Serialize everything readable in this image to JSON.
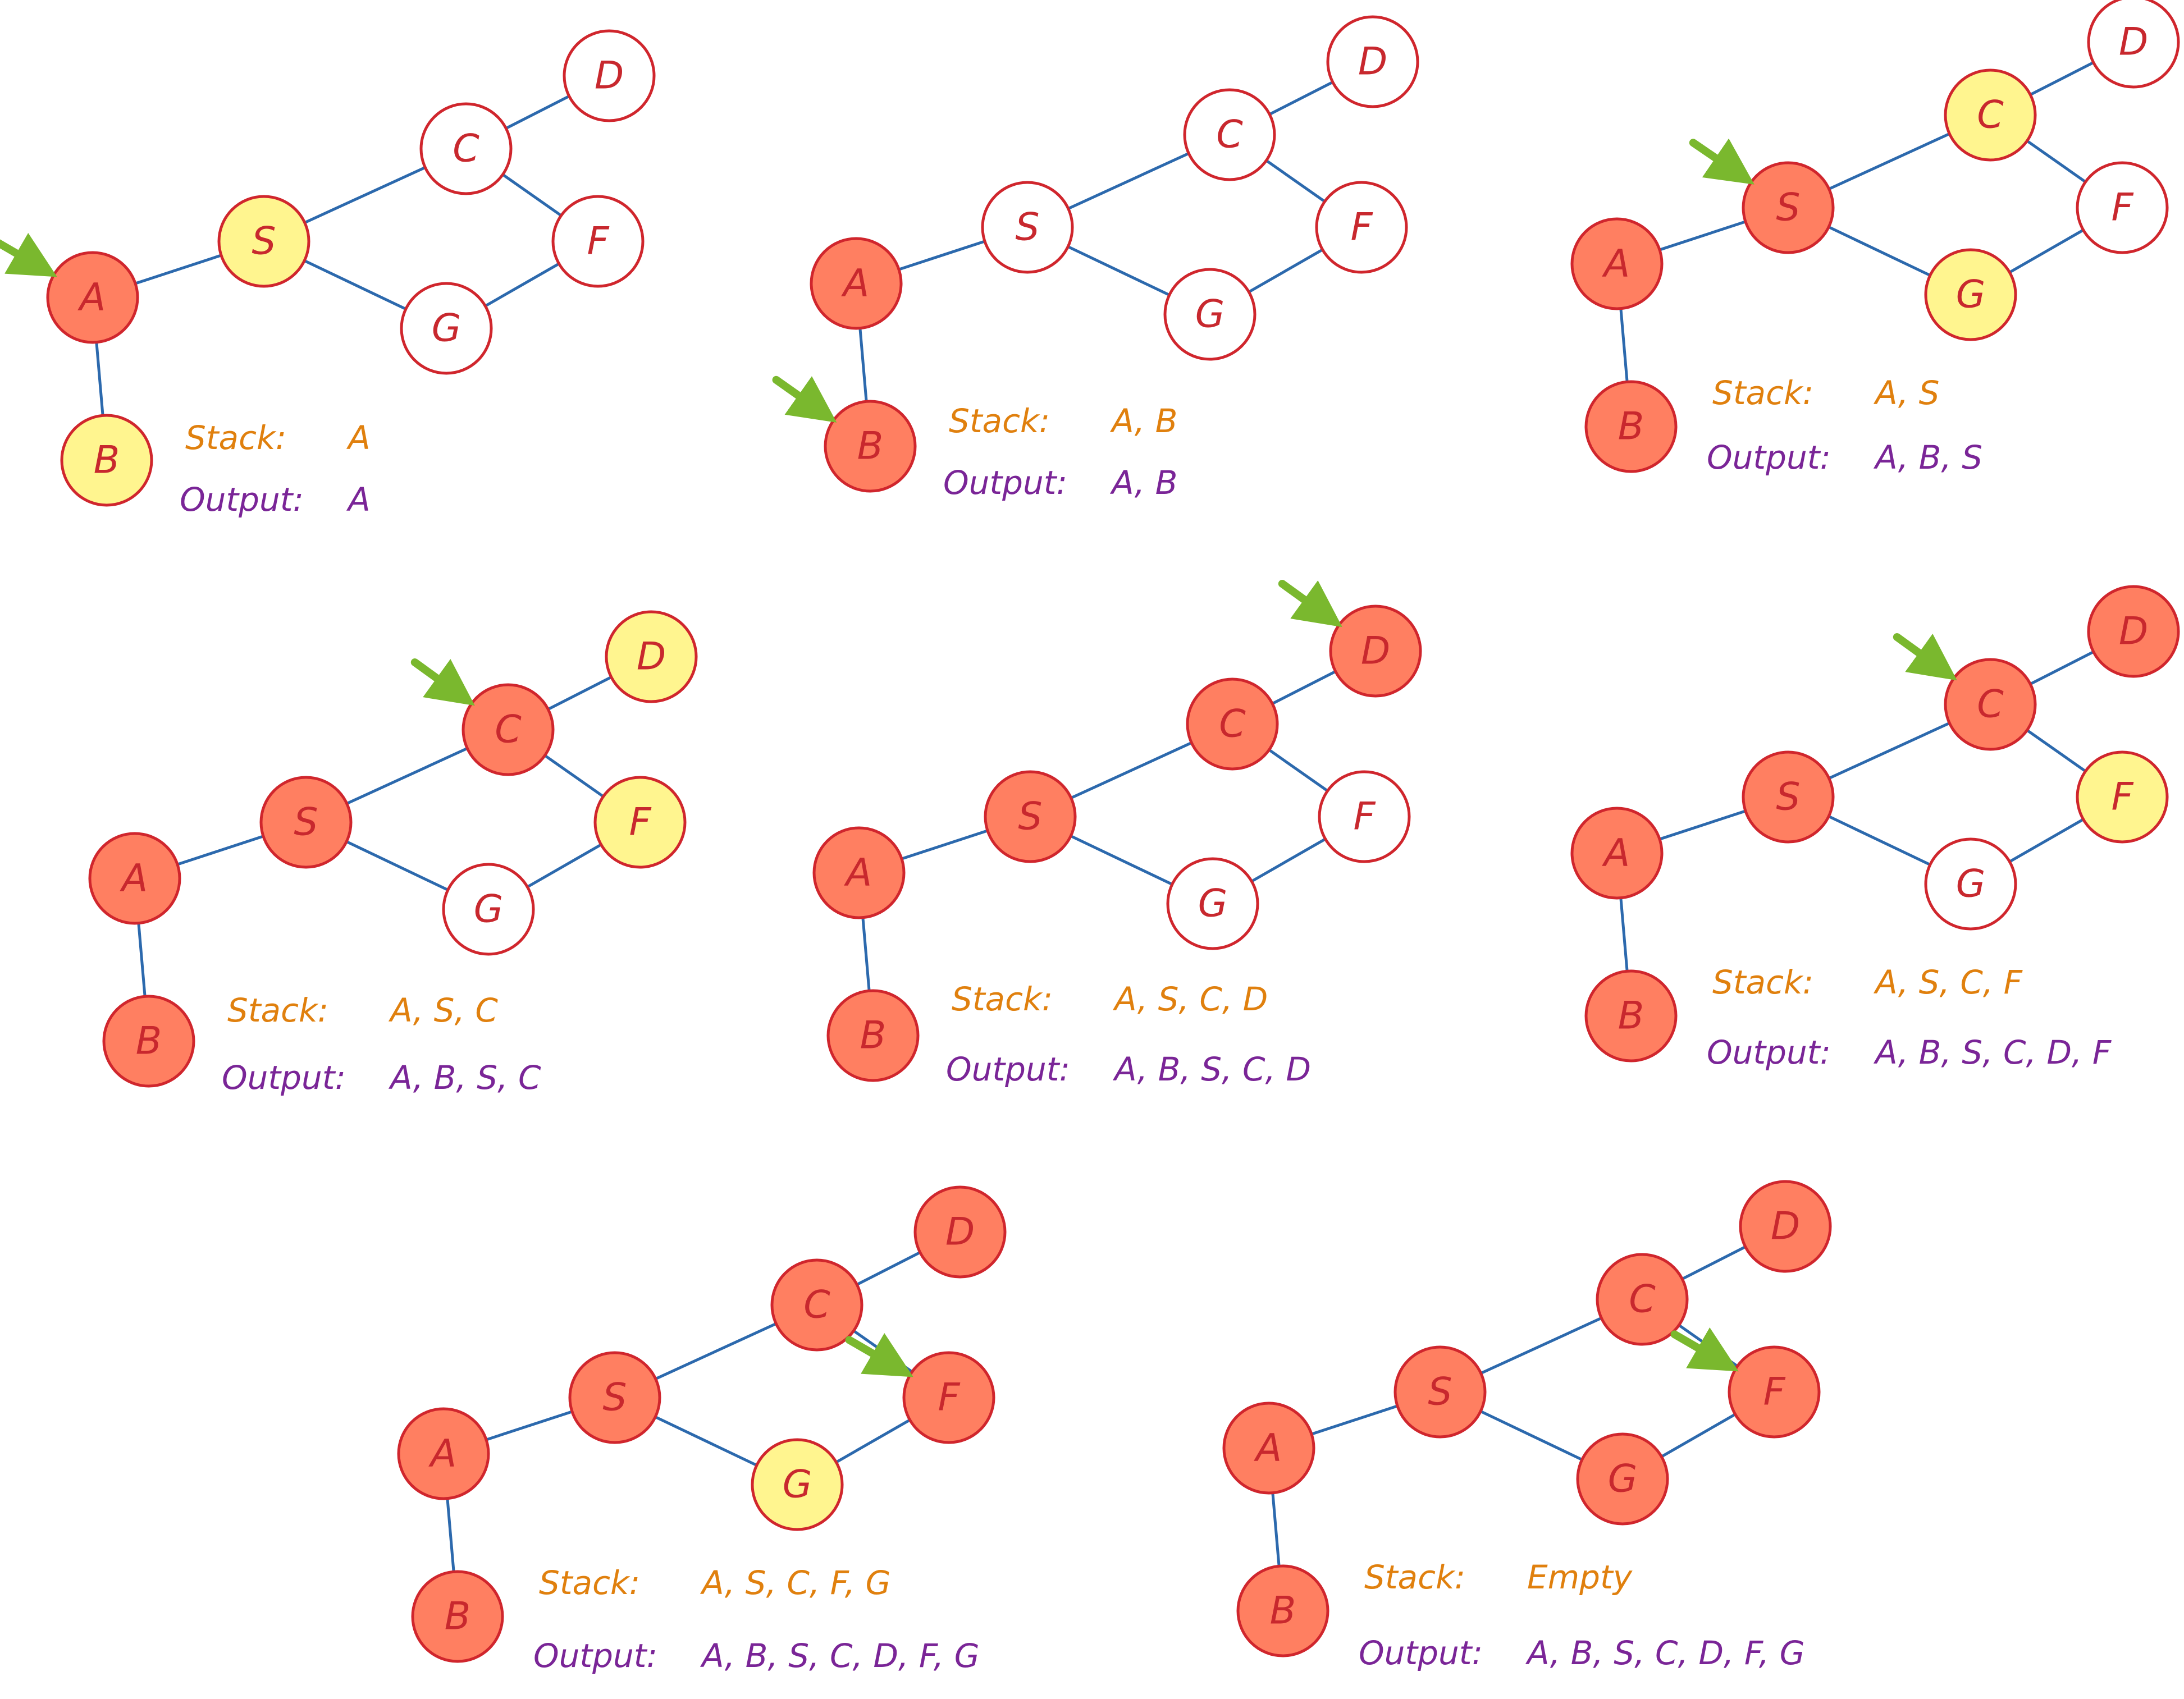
{
  "colors": {
    "edge": "#2c69ad",
    "visited_fill": "#ff7f61",
    "current_fill": "#fff58f",
    "unvisited_fill": "#ffffff",
    "node_stroke": "#d0262d",
    "node_text": "#c8282e",
    "arrow": "#7ab82e",
    "stack_text": "#e0800e",
    "output_text": "#7a2597"
  },
  "edges": [
    [
      "A",
      "B"
    ],
    [
      "A",
      "S"
    ],
    [
      "S",
      "C"
    ],
    [
      "S",
      "G"
    ],
    [
      "C",
      "D"
    ],
    [
      "C",
      "F"
    ],
    [
      "G",
      "F"
    ]
  ],
  "panels": [
    {
      "id": "step-1",
      "states": {
        "A": "visited",
        "B": "current",
        "S": "current",
        "C": "unvisited",
        "D": "unvisited",
        "F": "unvisited",
        "G": "unvisited"
      },
      "arrow_target": "A",
      "stack_label": "Stack:",
      "stack_value": "A",
      "output_label": "Output:",
      "output_value": "A"
    },
    {
      "id": "step-2",
      "states": {
        "A": "visited",
        "B": "visited",
        "S": "unvisited",
        "C": "unvisited",
        "D": "unvisited",
        "F": "unvisited",
        "G": "unvisited"
      },
      "arrow_target": "B",
      "stack_label": "Stack:",
      "stack_value": "A, B",
      "output_label": "Output:",
      "output_value": "A, B"
    },
    {
      "id": "step-3",
      "states": {
        "A": "visited",
        "B": "visited",
        "S": "visited",
        "C": "current",
        "D": "unvisited",
        "F": "unvisited",
        "G": "current"
      },
      "arrow_target": "S",
      "stack_label": "Stack:",
      "stack_value": "A, S",
      "output_label": "Output:",
      "output_value": "A, B, S"
    },
    {
      "id": "step-4",
      "states": {
        "A": "visited",
        "B": "visited",
        "S": "visited",
        "C": "visited",
        "D": "current",
        "F": "current",
        "G": "unvisited"
      },
      "arrow_target": "C",
      "stack_label": "Stack:",
      "stack_value": "A, S, C",
      "output_label": "Output:",
      "output_value": "A, B, S, C"
    },
    {
      "id": "step-5",
      "states": {
        "A": "visited",
        "B": "visited",
        "S": "visited",
        "C": "visited",
        "D": "visited",
        "F": "unvisited",
        "G": "unvisited"
      },
      "arrow_target": "D",
      "stack_label": "Stack:",
      "stack_value": "A, S, C, D",
      "output_label": "Output:",
      "output_value": "A, B, S, C, D"
    },
    {
      "id": "step-6",
      "states": {
        "A": "visited",
        "B": "visited",
        "S": "visited",
        "C": "visited",
        "D": "visited",
        "F": "current",
        "G": "unvisited"
      },
      "arrow_target": "C",
      "stack_label": "Stack:",
      "stack_value": "A, S, C, F",
      "output_label": "Output:",
      "output_value": "A, B, S, C, D, F"
    },
    {
      "id": "step-7",
      "states": {
        "A": "visited",
        "B": "visited",
        "S": "visited",
        "C": "visited",
        "D": "visited",
        "F": "visited",
        "G": "current"
      },
      "arrow_target": "F",
      "stack_label": "Stack:",
      "stack_value": "A, S, C, F, G",
      "output_label": "Output:",
      "output_value": "A, B, S, C, D, F, G"
    },
    {
      "id": "step-8",
      "states": {
        "A": "visited",
        "B": "visited",
        "S": "visited",
        "C": "visited",
        "D": "visited",
        "F": "visited",
        "G": "visited"
      },
      "arrow_target": "F",
      "stack_label": "Stack:",
      "stack_value": "Empty",
      "output_label": "Output:",
      "output_value": "A, B, S, C, D, F, G"
    }
  ]
}
